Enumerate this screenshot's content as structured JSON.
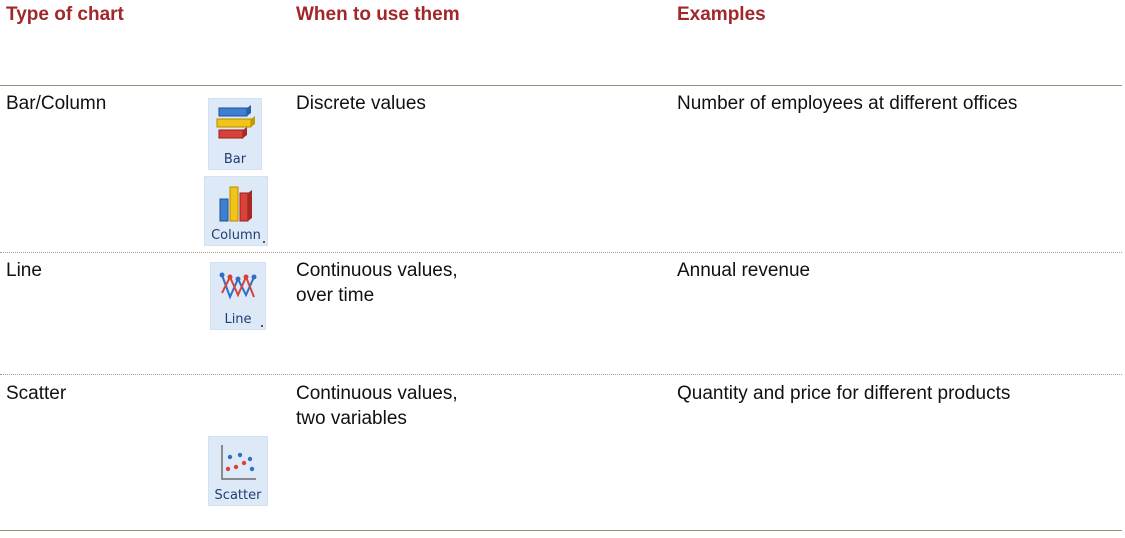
{
  "header": {
    "type": "Type of chart",
    "when": "When to use them",
    "examples": "Examples"
  },
  "rows": [
    {
      "type": "Bar/Column",
      "when": [
        "Discrete values"
      ],
      "example": "Number of employees at different offices",
      "buttons": [
        "Bar",
        "Column"
      ]
    },
    {
      "type": "Line",
      "when": [
        "Continuous values,",
        "over time"
      ],
      "example": "Annual revenue",
      "buttons": [
        "Line"
      ]
    },
    {
      "type": "Scatter",
      "when": [
        "Continuous values,",
        "two variables"
      ],
      "example": "Quantity and price for different products",
      "buttons": [
        "Scatter"
      ]
    }
  ],
  "colors": {
    "header_text": "#a0282b",
    "icon_bg": "#dde9f7",
    "icon_label": "#1f3d73"
  },
  "icons": {
    "bar": "bar-chart-icon",
    "column": "column-chart-icon",
    "line": "line-chart-icon",
    "scatter": "scatter-chart-icon"
  }
}
